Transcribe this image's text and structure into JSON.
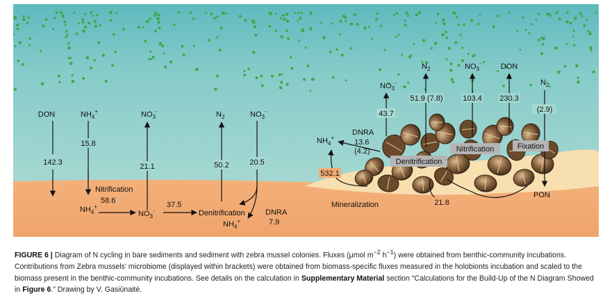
{
  "bare": {
    "don": "DON",
    "don_flux": "142.3",
    "nh4_top": "NH",
    "nh4_flux": "15.8",
    "no3_top": "NO",
    "no3_flux": "21.1",
    "n2": "N",
    "n2_flux": "50.2",
    "no3_right": "NO",
    "no3_right_flux": "20.5",
    "nitrification_label": "Nitrification",
    "nitrification_flux": "58.6",
    "nh4_bottom": "NH",
    "no3_bottom": "NO",
    "flux_to_denit": "37.5",
    "denitrification_label": "Denitrification",
    "dnra_label": "DNRA",
    "dnra_flux": "7.9",
    "nh4_dnra": "NH"
  },
  "mussel": {
    "no3": "NO",
    "no3_flux": "43.7",
    "n2": "N",
    "n2_flux": "51.9 (7.8)",
    "no3_b": "NO",
    "no3_b_flux": "103.4",
    "don": "DON",
    "don_flux": "230.3",
    "n2_fix": "N",
    "n2_fix_flux": "(2.9)",
    "nh4": "NH",
    "dnra_label": "DNRA",
    "dnra_flux": "13.6",
    "dnra_flux_b": "(4.2)",
    "mineral_flux": "532.1",
    "denitrification_label": "Denitrification",
    "nitrification_label": "Nitrification",
    "fixation_label": "Fixation",
    "pon": "PON",
    "mineralization_label": "Mineralization",
    "bottom_flux": "21.8"
  },
  "sub": {
    "four": "4",
    "three": "3",
    "two": "2"
  },
  "sup": {
    "plus": "+",
    "minus": "-"
  },
  "caption": {
    "fig_label": "FIGURE 6 |",
    "text1": " Diagram of N cycling in bare sediments and sediment with zebra mussel colonies. Fluxes (μmol m",
    "exp1": "−2",
    "text2": " h",
    "exp2": "−1",
    "text3": ") were obtained from benthic-community incubations. Contributions from Zebra mussels' microbiome (displayed within brackets) were obtained from biomass-specific fluxes measured in the holobionts incubation and scaled to the biomass present in the benthic-community incubations. See details on the calculation in ",
    "bold1": "Supplementary Material",
    "text4": " section “Calculations for the Build-Up of the N Diagram Showed in ",
    "bold2": "Figure 6",
    "text5": ".” Drawing by V. Gasiūnaitė."
  },
  "colors": {
    "water": "#82c8c8",
    "sediment": "#f2ac76",
    "sand": "#f7dfb0",
    "particles": "#3daa4a",
    "shell_dark": "#5b3d26",
    "label_box": "#b5b5b5"
  }
}
